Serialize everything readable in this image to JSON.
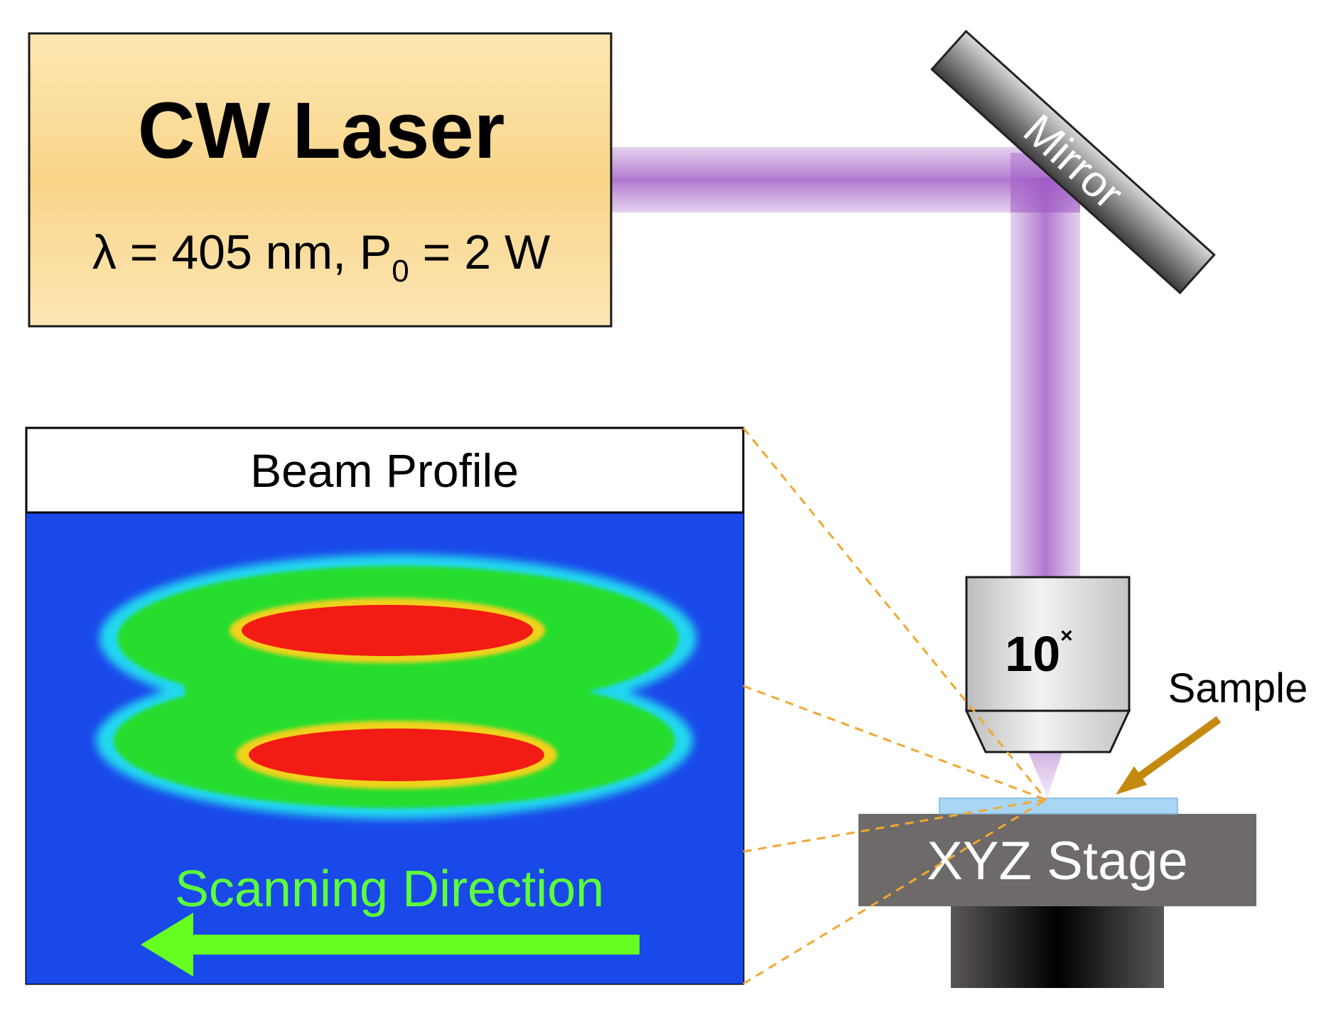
{
  "laser": {
    "title": "CW Laser",
    "spec_lambda": "λ = 405 nm, P",
    "spec_sub": "0",
    "spec_rest": " = 2 W"
  },
  "mirror": {
    "label": "Mirror"
  },
  "objective": {
    "label": "10",
    "sup": "×"
  },
  "sample": {
    "label": "Sample"
  },
  "stage": {
    "label": "XYZ Stage"
  },
  "beam_profile": {
    "title": "Beam Profile",
    "scan_label": "Scanning Direction"
  },
  "colors": {
    "laser_box": "#fbd98f",
    "beam": "#b07acc",
    "profile_bg": "#1e3fe0",
    "profile_green": "#22e22a",
    "profile_red": "#f21c14",
    "scan_text": "#5cff3a",
    "guide_dashes": "#f0a830",
    "sample_arrow": "#c48a10",
    "stage": "#6e6a6a"
  },
  "icons": [
    "left-arrow-icon",
    "sample-pointer-arrow-icon"
  ]
}
